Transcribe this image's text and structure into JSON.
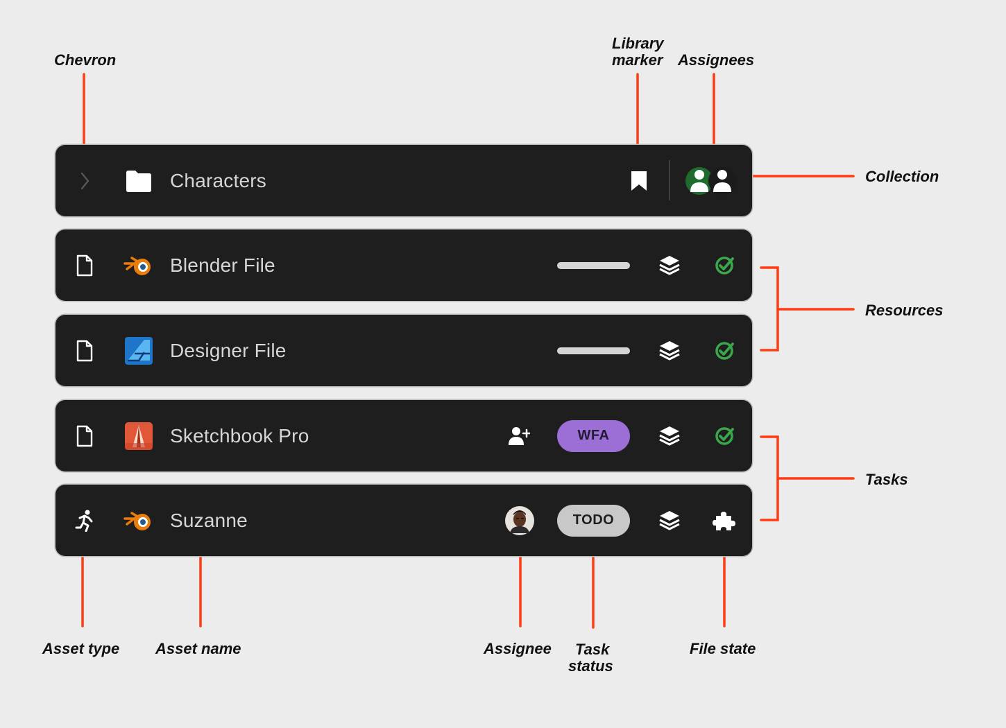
{
  "rows": [
    {
      "name": "Characters"
    },
    {
      "name": "Blender File"
    },
    {
      "name": "Designer File"
    },
    {
      "name": "Sketchbook Pro",
      "status": "WFA"
    },
    {
      "name": "Suzanne",
      "status": "TODO"
    }
  ],
  "callouts": {
    "chevron": "Chevron",
    "library_marker_line1": "Library",
    "library_marker_line2": "marker",
    "assignees": "Assignees",
    "collection": "Collection",
    "resources": "Resources",
    "tasks": "Tasks",
    "asset_type": "Asset type",
    "asset_name": "Asset name",
    "assignee": "Assignee",
    "task_status_line1": "Task",
    "task_status_line2": "status",
    "file_state": "File state"
  },
  "colors": {
    "background": "#ececec",
    "row": "#1e1e1e",
    "callout_line": "#ff3b12",
    "wfa_pill": "#9b6fd6",
    "todo_pill": "#c8c8c8",
    "check": "#3aa84a",
    "blender": "#e87d0d"
  },
  "icons": [
    "chevron-right-icon",
    "folder-icon",
    "file-icon",
    "running-person-icon",
    "blender-logo-icon",
    "affinity-designer-logo-icon",
    "sketchbook-logo-icon",
    "bookmark-icon",
    "users-icon",
    "add-user-icon",
    "avatar",
    "layers-icon",
    "check-circle-icon",
    "puzzle-icon"
  ]
}
